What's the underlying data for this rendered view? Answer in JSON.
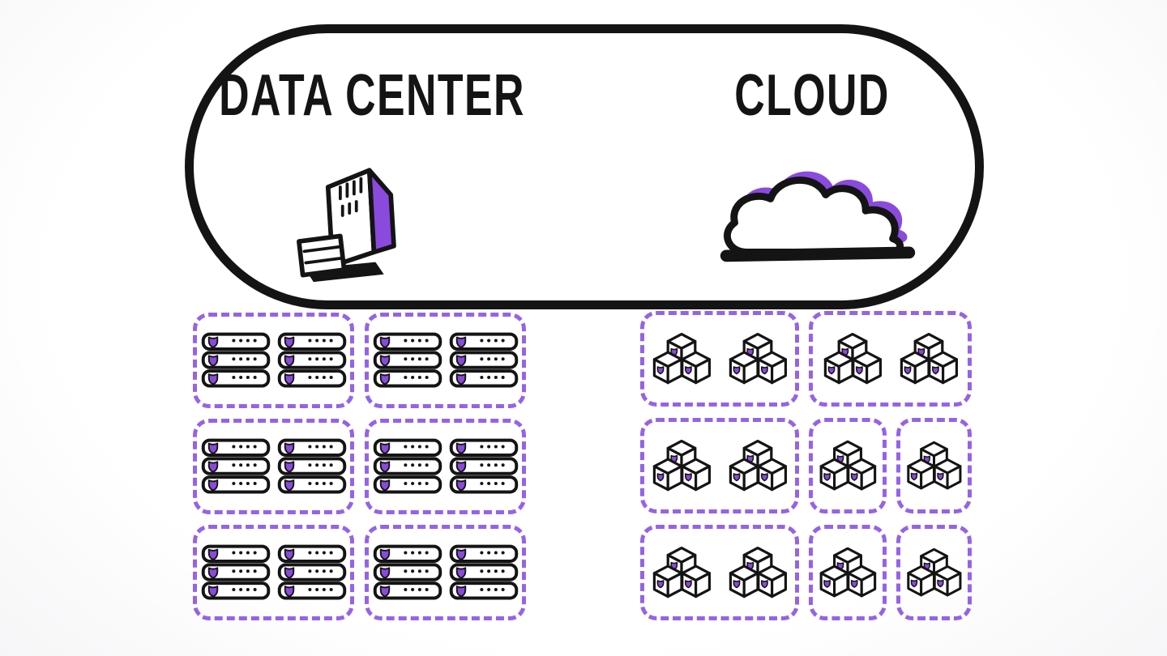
{
  "title": "Data center vs cloud illustration",
  "colors": {
    "accent_purple": "#8a4add",
    "dash_purple": "#9563e6",
    "outline": "#141414"
  },
  "panel": {
    "data_center_label": "DATA CENTER",
    "cloud_label": "CLOUD",
    "left_icon": "data-center-building-icon",
    "right_icon": "cloud-icon"
  },
  "datacenter_grid": {
    "server_rows_per_rack": 3,
    "boxes": [
      {
        "servers": 2
      },
      {
        "servers": 2
      },
      {
        "servers": 2
      },
      {
        "servers": 2
      },
      {
        "servers": 2
      },
      {
        "servers": 2
      }
    ]
  },
  "cloud_grid": {
    "cubes_per_cluster": 3,
    "boxes": [
      {
        "clusters": 2,
        "span": 1
      },
      {
        "clusters": 2,
        "span": 2
      },
      {
        "clusters": 2,
        "span": 1
      },
      {
        "clusters": 1,
        "span": 1
      },
      {
        "clusters": 1,
        "span": 1
      },
      {
        "clusters": 2,
        "span": 1
      },
      {
        "clusters": 1,
        "span": 1
      },
      {
        "clusters": 1,
        "span": 1
      }
    ]
  }
}
